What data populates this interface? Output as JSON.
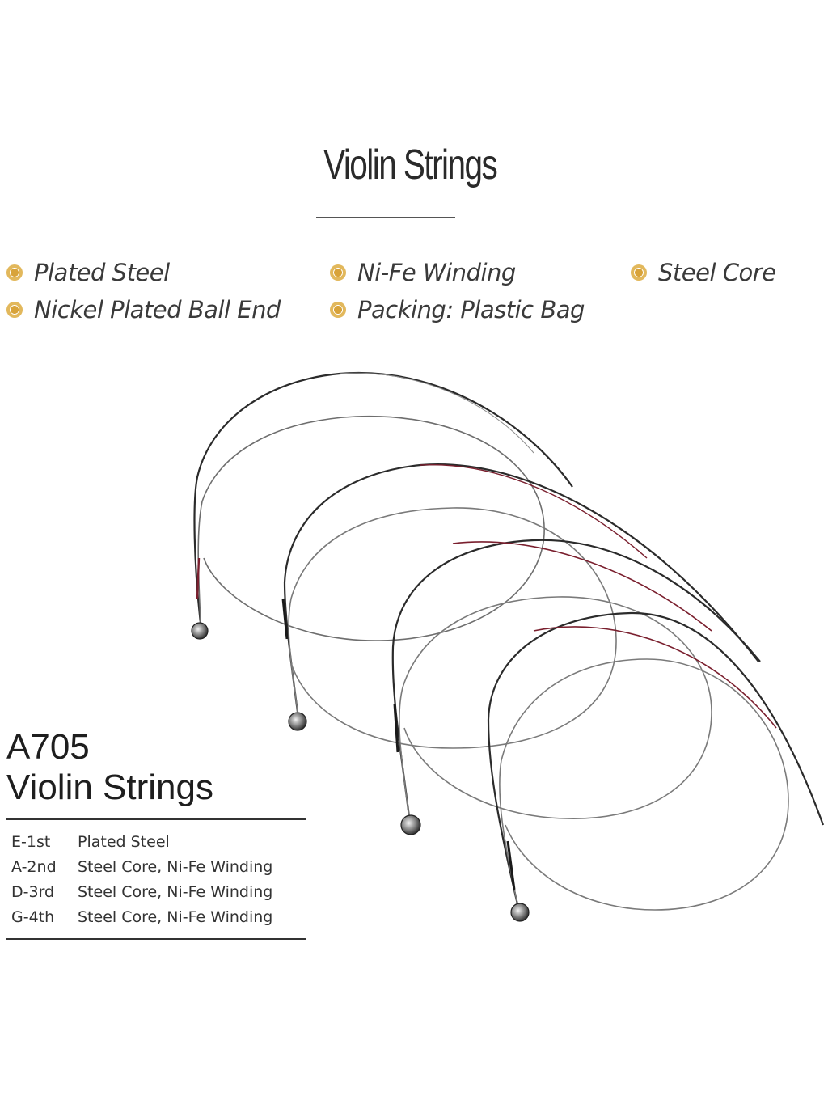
{
  "title": "Violin Strings",
  "features": [
    {
      "label": "Plated Steel",
      "icon": "bullet-dot-icon"
    },
    {
      "label": "Ni-Fe Winding",
      "icon": "bullet-dot-icon"
    },
    {
      "label": "Steel Core",
      "icon": "bullet-dot-icon"
    },
    {
      "label": "Nickel Plated Ball End",
      "icon": "bullet-dot-icon"
    },
    {
      "label": "Packing: Plastic Bag",
      "icon": "bullet-dot-icon"
    }
  ],
  "product": {
    "model": "A705",
    "name": "Violin Strings",
    "specs": [
      {
        "string": "E-1st",
        "desc": "Plated Steel"
      },
      {
        "string": "A-2nd",
        "desc": "Steel Core, Ni-Fe Winding"
      },
      {
        "string": "D-3rd",
        "desc": "Steel Core, Ni-Fe Winding"
      },
      {
        "string": "G-4th",
        "desc": "Steel Core, Ni-Fe Winding"
      }
    ]
  },
  "colors": {
    "bullet": "#d8a33a",
    "string_dark": "#2b2b2b",
    "string_red": "#7a1f2e",
    "string_silver": "#8c8c8c"
  }
}
